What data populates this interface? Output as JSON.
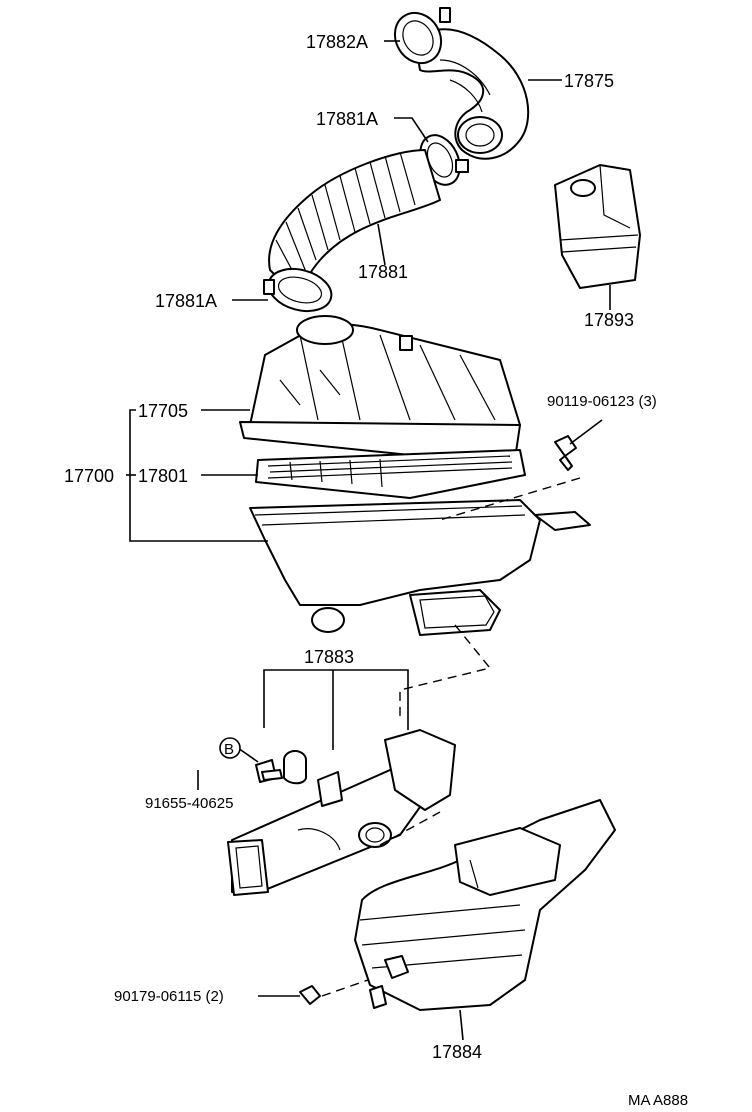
{
  "labels": {
    "p17882A": "17882A",
    "p17875": "17875",
    "p17881A_top": "17881A",
    "p17881": "17881",
    "p17881A_bottom": "17881A",
    "p17893": "17893",
    "p17705": "17705",
    "p17700": "17700",
    "p17801": "17801",
    "bolt_90119": "90119-06123 (3)",
    "p17883": "17883",
    "bubble_B": "B",
    "p91655": "91655-40625",
    "bolt_90179": "90179-06115 (2)",
    "p17884": "17884",
    "figure_code": "MA A888"
  }
}
